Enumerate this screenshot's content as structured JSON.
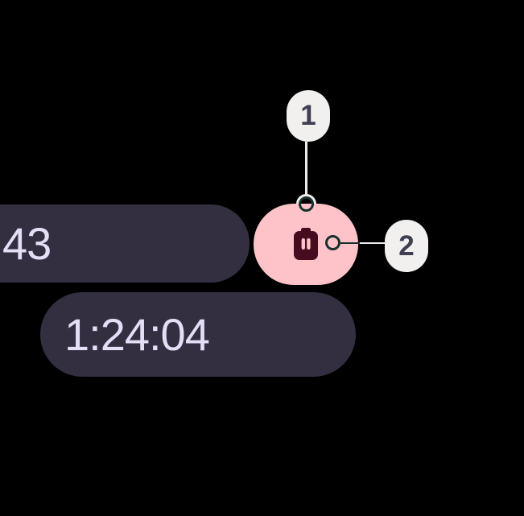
{
  "chips": {
    "partial_time": "43",
    "full_time": "1:24:04"
  },
  "delete_button": {
    "icon": "trash-icon"
  },
  "callouts": {
    "one": "1",
    "two": "2"
  },
  "colors": {
    "background": "#000000",
    "chip_bg": "#332e40",
    "chip_text": "#e5def7",
    "delete_bg": "#fdc3c9",
    "delete_icon": "#470b20",
    "badge_bg": "#f1f0ef",
    "badge_text": "#403e52",
    "leader_light": "#eeecec",
    "leader_dark": "#16302d"
  }
}
